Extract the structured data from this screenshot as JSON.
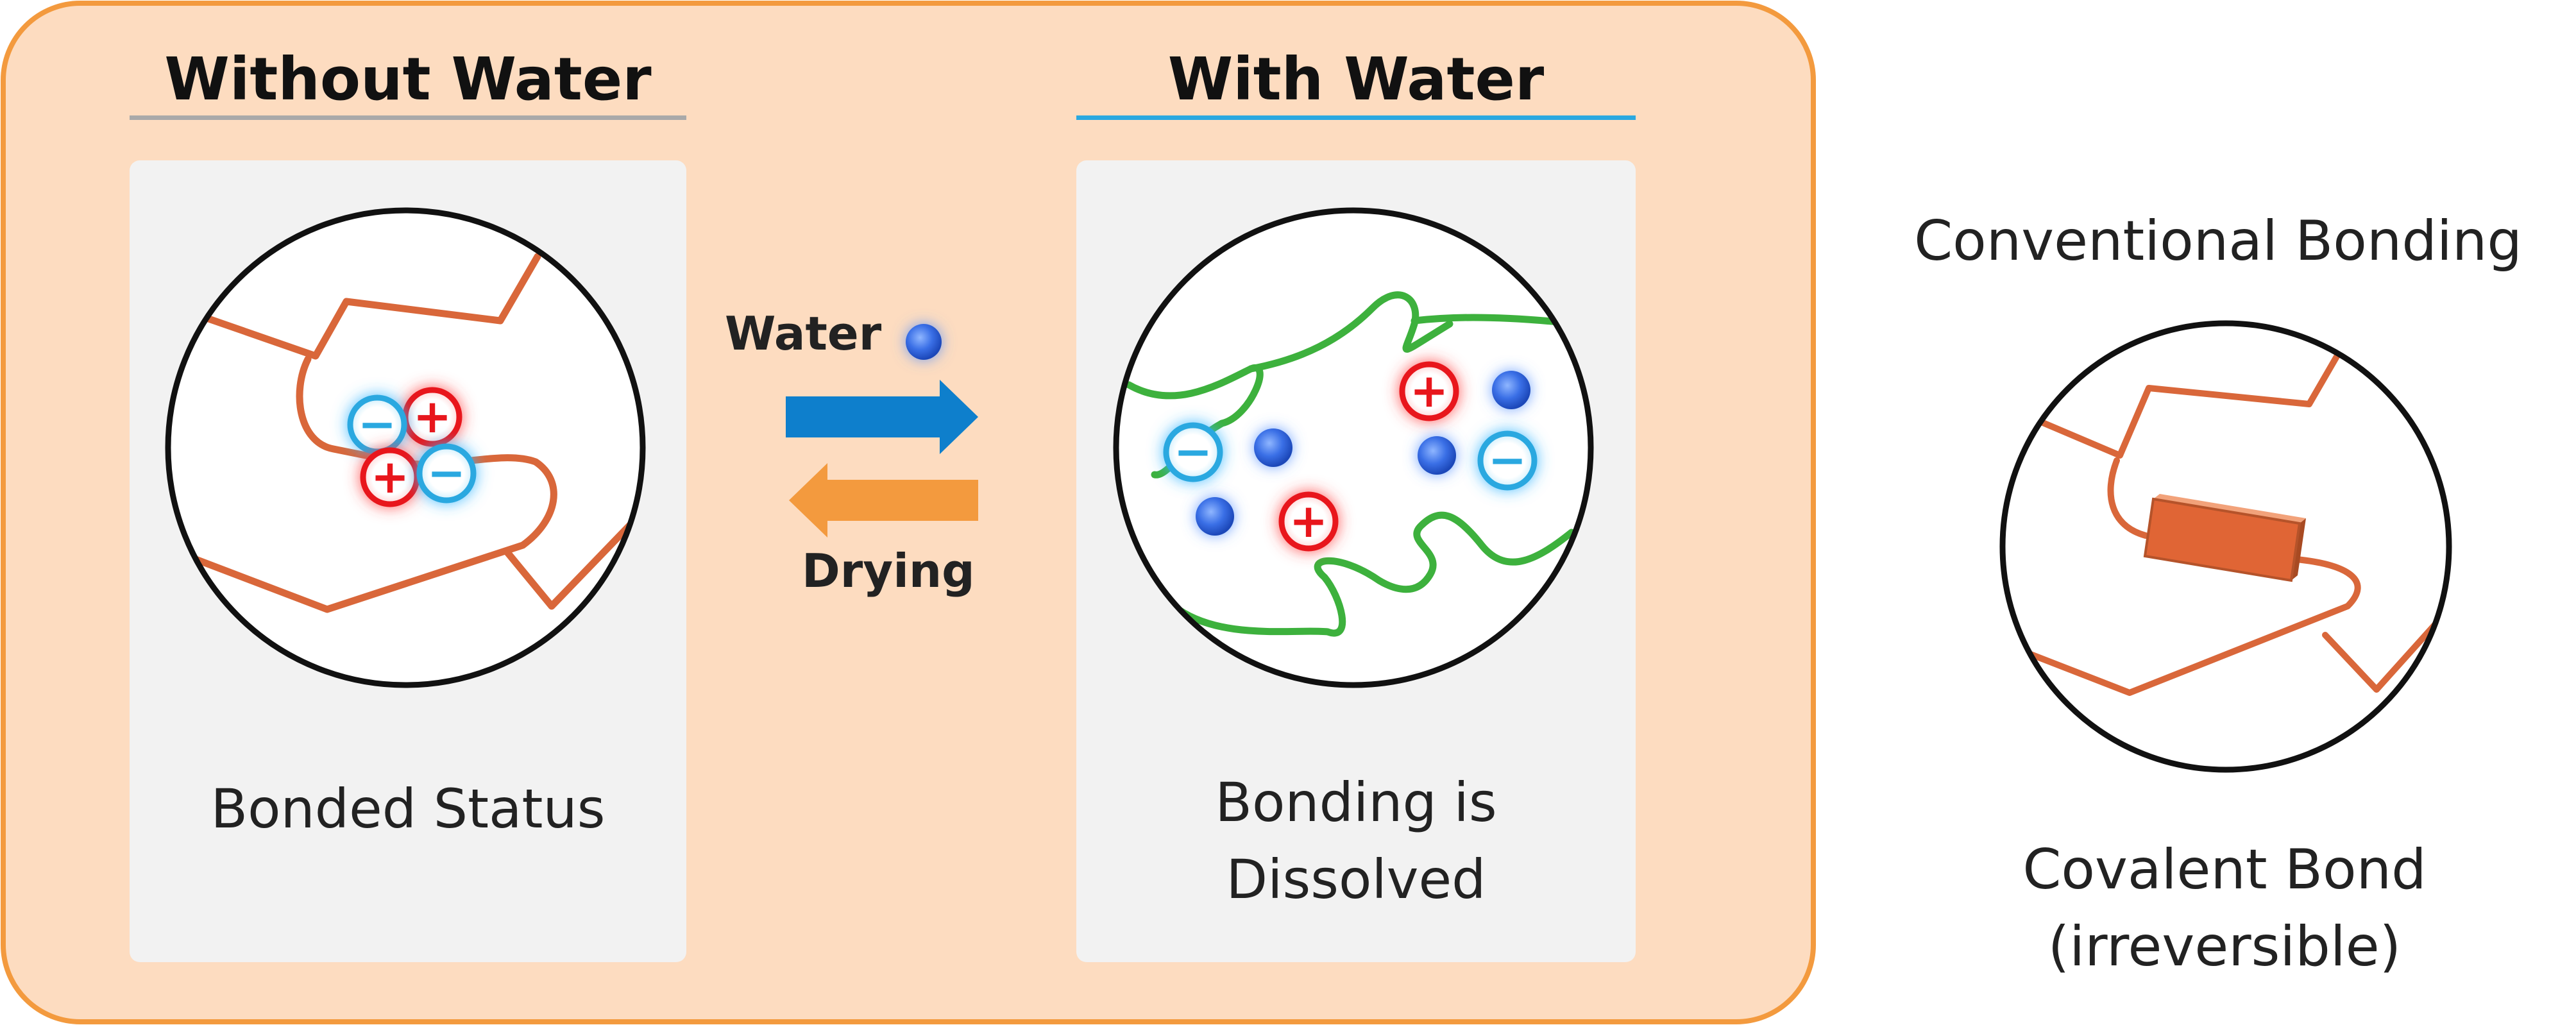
{
  "panels": {
    "without_water": {
      "title": "Without Water",
      "caption": "Bonded Status"
    },
    "with_water": {
      "title": "With Water",
      "caption_line1": "Bonding is",
      "caption_line2": "Dissolved"
    }
  },
  "arrows": {
    "forward_label": "Water",
    "backward_label": "Drying"
  },
  "conventional": {
    "title": "Conventional Bonding",
    "caption_line1": "Covalent Bond",
    "caption_line2": "(irreversible)"
  },
  "ions": {
    "positive_symbol": "+",
    "negative_symbol": "−"
  },
  "colors": {
    "highlight_bg": "#FDDCC0",
    "highlight_border": "#F39A3E",
    "panel_bg": "#F2F2F2",
    "polymer_chain": "#D9673A",
    "water_chain": "#3DB13D",
    "positive_ion": "#E8141C",
    "negative_ion": "#2AA8E0",
    "water_molecule": "#3A7BE8",
    "water_arrow": "#0E7FCC",
    "drying_arrow": "#F39A3E",
    "covalent_bond": "#E06535"
  }
}
